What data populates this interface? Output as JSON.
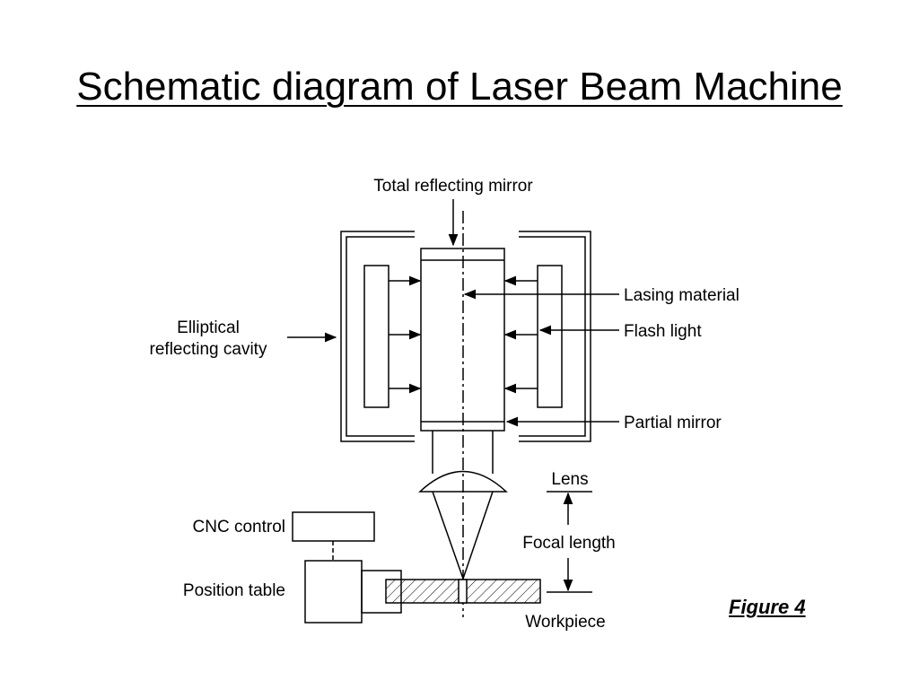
{
  "slide": {
    "title": "Schematic diagram of Laser Beam Machine",
    "figure_caption": "Figure 4"
  },
  "diagram": {
    "labels": {
      "total_reflecting_mirror": "Total reflecting mirror",
      "lasing_material": "Lasing material",
      "flash_light": "Flash light",
      "elliptical_line1": "Elliptical",
      "elliptical_line2": "reflecting cavity",
      "partial_mirror": "Partial mirror",
      "lens": "Lens",
      "focal_length": "Focal length",
      "cnc_control": "CNC control",
      "position_table": "Position table",
      "workpiece": "Workpiece"
    },
    "colors": {
      "line": "#000000",
      "background": "#ffffff"
    }
  }
}
